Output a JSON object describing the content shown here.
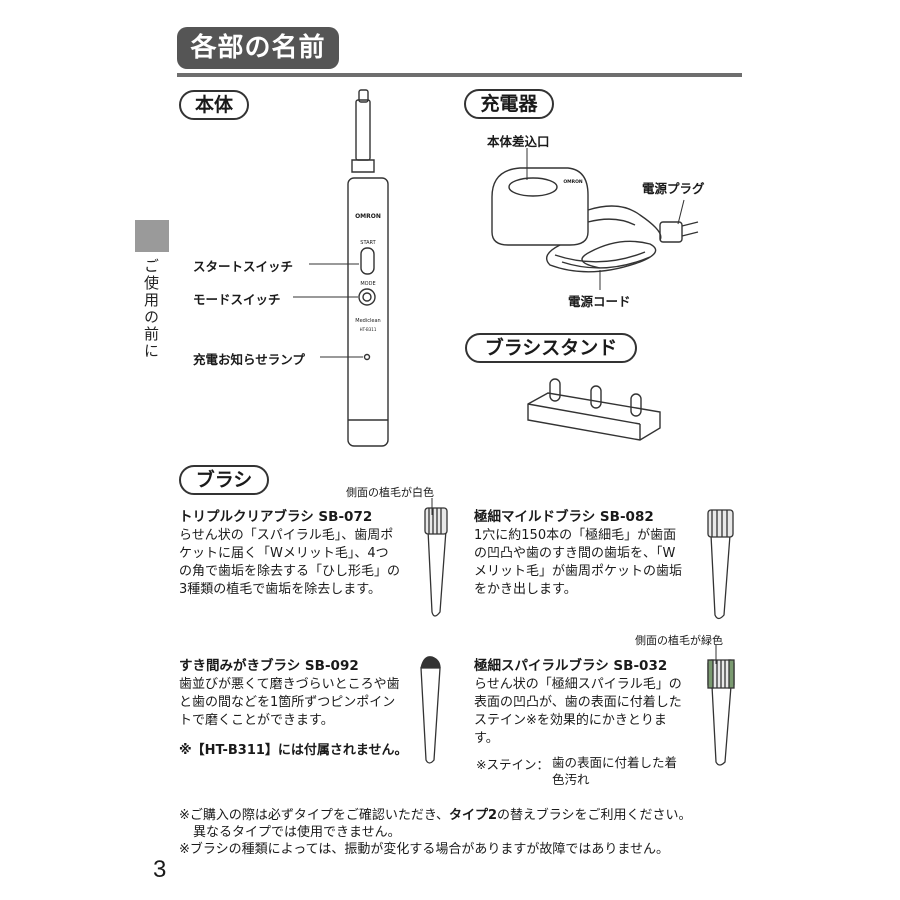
{
  "page_title": "各部の名前",
  "side_tab": "ご使用の前に",
  "page_number": "3",
  "sections": {
    "body": "本体",
    "charger": "充電器",
    "brush_stand": "ブラシスタンド",
    "brush": "ブラシ"
  },
  "body_labels": {
    "start_switch": "スタートスイッチ",
    "mode_switch": "モードスイッチ",
    "charge_lamp": "充電お知らせランプ"
  },
  "device_printed": {
    "brand": "OMRON",
    "start": "START",
    "mode": "MODE",
    "model_name": "Mediclean",
    "model_no": "HT-B311"
  },
  "charger_labels": {
    "inlet": "本体差込口",
    "plug": "電源プラグ",
    "cord": "電源コード",
    "charger_brand": "OMRON"
  },
  "brushes": [
    {
      "title": "トリプルクリアブラシ SB-072",
      "note": "側面の植毛が白色",
      "text": "らせん状の「スパイラル毛」、歯周ポケットに届く「Wメリット毛」、4つの角で歯垢を除去する「ひし形毛」の3種類の植毛で歯垢を除去します。"
    },
    {
      "title": "極細マイルドブラシ SB-082",
      "note": "",
      "text": "1穴に約150本の「極細毛」が歯面の凹凸や歯のすき間の歯垢を、「Wメリット毛」が歯周ポケットの歯垢をかき出します。"
    },
    {
      "title": "すき間みがきブラシ SB-092",
      "note": "",
      "text": "歯並びが悪くて磨きづらいところや歯と歯の間などを1箇所ずつピンポイントで磨くことができます。",
      "caveat": "※【HT-B311】には付属されません。"
    },
    {
      "title": "極細スパイラルブラシ SB-032",
      "note": "側面の植毛が緑色",
      "text": "らせん状の「極細スパイラル毛」の表面の凹凸が、歯の表面に付着したステイン※を効果的にかきとります。",
      "footnote_mark": "※ステイン：",
      "footnote_text": "歯の表面に付着した着色汚れ"
    }
  ],
  "footer_notes": {
    "line1_a": "※ご購入の際は必ずタイプをご確認いただき、",
    "line1_b": "タイプ2",
    "line1_c": "の替えブラシをご利用ください。",
    "line2": "異なるタイプでは使用できません。",
    "line3": "※ブラシの種類によっては、振動が変化する場合がありますが故障ではありません。"
  },
  "colors": {
    "title_bg": "#555555",
    "rule": "#6e6e6e",
    "side_block": "#9a9a9a",
    "white_bristle": "#e8e8e8",
    "green_bristle": "#7a9a70"
  }
}
